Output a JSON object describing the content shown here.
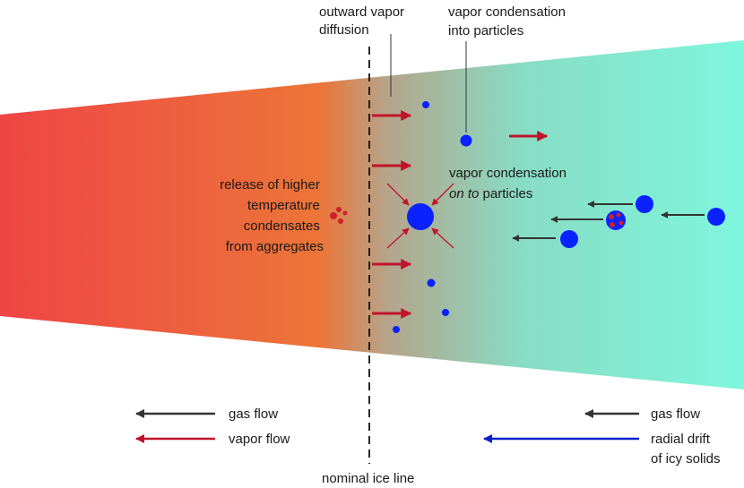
{
  "labels": {
    "outward_vapor_diffusion": [
      "outward vapor",
      "diffusion"
    ],
    "vapor_condensation_into": [
      "vapor condensation",
      "into particles"
    ],
    "vapor_condensation_onto": {
      "line1": "vapor condensation",
      "line2_italic": "on to",
      "line2_rest": " particles"
    },
    "release": [
      "release of higher",
      "temperature",
      "condensates",
      "from aggregates"
    ],
    "nominal_ice_line": "nominal ice line"
  },
  "legend": {
    "left_gas_flow": "gas flow",
    "left_vapor_flow": "vapor flow",
    "right_gas_flow": "gas flow",
    "right_radial_drift": [
      "radial drift",
      "of icy solids"
    ]
  },
  "colors": {
    "disk_hot": "#ef4545",
    "disk_mid": "#ec7538",
    "disk_cold": "#7ef7dd",
    "vapor_arrow": "#c0142a",
    "gas_arrow": "#333333",
    "drift_arrow": "#0a22cc",
    "particle": "#0a22ff",
    "condensate": "#d0202a",
    "ice_line": "#111111"
  }
}
